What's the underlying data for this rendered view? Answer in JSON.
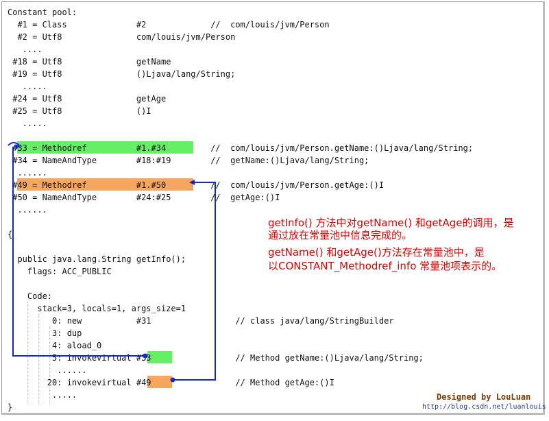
{
  "code_lines": [
    {
      "id": "cp-header",
      "text": "Constant pool:",
      "row": 0,
      "indent": 0
    },
    {
      "id": "cp-1",
      "text": "  #1 = Class              #2             //  com/louis/jvm/Person",
      "row": 1,
      "indent": 0
    },
    {
      "id": "cp-2",
      "text": "  #2 = Utf8               com/louis/jvm/Person",
      "row": 2,
      "indent": 0
    },
    {
      "id": "cp-dots-1",
      "text": "   ....",
      "row": 3,
      "indent": 0
    },
    {
      "id": "cp-18",
      "text": " #18 = Utf8               getName",
      "row": 4,
      "indent": 0
    },
    {
      "id": "cp-19",
      "text": " #19 = Utf8               ()Ljava/lang/String;",
      "row": 5,
      "indent": 0
    },
    {
      "id": "cp-dots-2",
      "text": "   .....",
      "row": 6,
      "indent": 0
    },
    {
      "id": "cp-24",
      "text": " #24 = Utf8               getAge",
      "row": 7,
      "indent": 0
    },
    {
      "id": "cp-25",
      "text": " #25 = Utf8               ()I",
      "row": 8,
      "indent": 0
    },
    {
      "id": "cp-dots-3",
      "text": "   .....",
      "row": 9,
      "indent": 0
    },
    {
      "id": "cp-33",
      "text": " #33 = Methodref          #1.#34         //  com/louis/jvm/Person.getName:()Ljava/lang/String;",
      "row": 11,
      "indent": 0
    },
    {
      "id": "cp-34",
      "text": " #34 = NameAndType        #18:#19        //  getName:()Ljava/lang/String;",
      "row": 12,
      "indent": 0
    },
    {
      "id": "cp-dots-4",
      "text": "  ......",
      "row": 13,
      "indent": 0
    },
    {
      "id": "cp-49",
      "text": " #49 = Methodref          #1.#50         //  com/louis/jvm/Person.getAge:()I",
      "row": 14,
      "indent": 0
    },
    {
      "id": "cp-50",
      "text": " #50 = NameAndType        #24:#25        //  getAge:()I",
      "row": 15,
      "indent": 0
    },
    {
      "id": "cp-dots-5",
      "text": "  ......",
      "row": 16,
      "indent": 0
    },
    {
      "id": "brace-open",
      "text": "{",
      "row": 18,
      "indent": 0
    },
    {
      "id": "method-sig",
      "text": "  public java.lang.String getInfo();",
      "row": 20,
      "indent": 0
    },
    {
      "id": "method-flags",
      "text": "    flags: ACC_PUBLIC",
      "row": 21,
      "indent": 0
    },
    {
      "id": "code-header",
      "text": "    Code:",
      "row": 23,
      "indent": 0
    },
    {
      "id": "code-stack",
      "text": "      stack=3, locals=1, args_size=1",
      "row": 24,
      "indent": 0
    },
    {
      "id": "op-0",
      "text": "         0: new           #31                 // class java/lang/StringBuilder",
      "row": 25,
      "indent": 0
    },
    {
      "id": "op-3",
      "text": "         3: dup",
      "row": 26,
      "indent": 0
    },
    {
      "id": "op-4",
      "text": "         4: aload_0",
      "row": 27,
      "indent": 0
    },
    {
      "id": "op-5",
      "text": "         5: invokevirtual #33                 // Method getName:()Ljava/lang/String;",
      "row": 28,
      "indent": 0
    },
    {
      "id": "op-dots-1",
      "text": "          ......",
      "row": 29,
      "indent": 0
    },
    {
      "id": "op-20",
      "text": "        20: invokevirtual #49                 // Method getAge:()I",
      "row": 30,
      "indent": 0
    },
    {
      "id": "op-dots-2",
      "text": "         .....",
      "row": 31,
      "indent": 0
    },
    {
      "id": "brace-close",
      "text": "}",
      "row": 32,
      "indent": 0
    }
  ],
  "annotation": {
    "line1": "getInfo() 方法中对getName() 和getAge的调用，是",
    "line2": "通过放在常量池中信息完成的。",
    "line3": "getName() 和getAge()方法存在常量池中，是",
    "line4": "以CONSTANT_Methodref_info 常量池项表示的。"
  },
  "credit": {
    "designed_by": "Designed by LouLuan",
    "url": "http://blog.csdn.net/luanlouis"
  },
  "colors": {
    "green_highlight": "#66ee66",
    "orange_highlight": "#f7a65f",
    "arrow": "#1428c8",
    "annotation_text": "#e00000"
  }
}
